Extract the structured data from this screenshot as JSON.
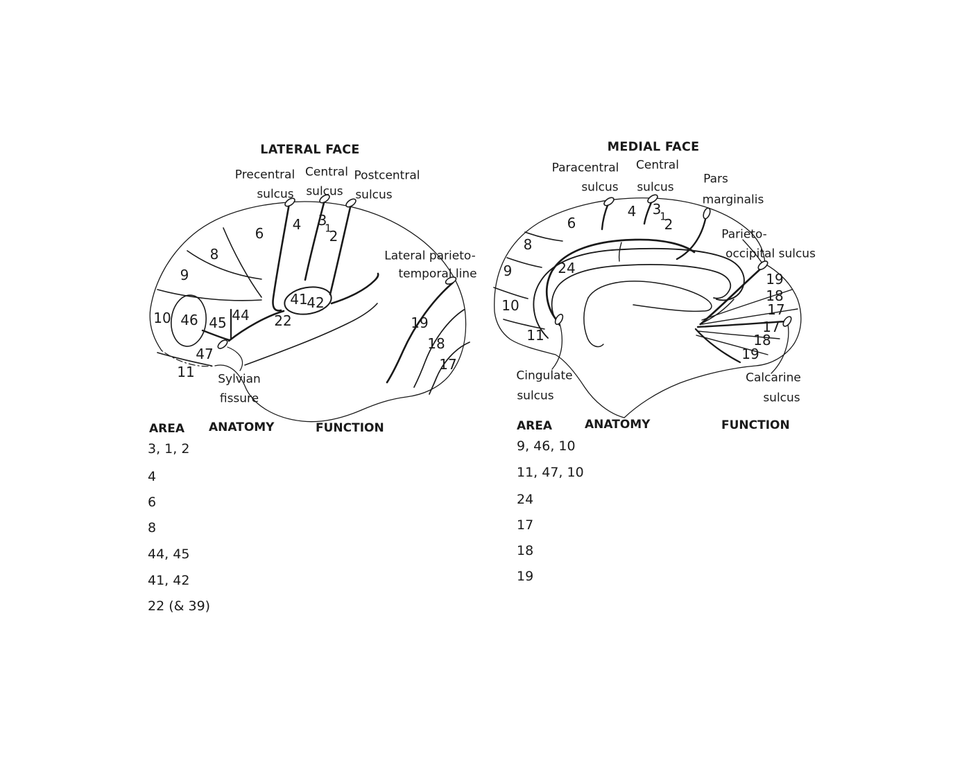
{
  "page": {
    "background": "#ffffff",
    "ink": "#1a1a1a"
  },
  "lateral_face": {
    "title": "LATERAL FACE",
    "sulcus_labels": {
      "precentral": {
        "line1": "Precentral",
        "line2": "sulcus"
      },
      "central": {
        "line1": "Central",
        "line2": "sulcus"
      },
      "postcentral": {
        "line1": "Postcentral",
        "line2": "sulcus"
      },
      "lateral_parieto_temporal": {
        "line1": "Lateral parieto-",
        "line2": "temporal line"
      },
      "sylvian_fissure": {
        "line1": "Sylvian",
        "line2": "fissure"
      }
    },
    "areas": [
      "6",
      "4",
      "3",
      "1",
      "2",
      "8",
      "9",
      "10",
      "46",
      "45",
      "44",
      "41",
      "42",
      "22",
      "47",
      "11",
      "19",
      "18",
      "17"
    ],
    "table": {
      "headers": [
        "AREA",
        "ANATOMY",
        "FUNCTION"
      ],
      "rows": [
        "3, 1, 2",
        "4",
        "6",
        "8",
        "44, 45",
        "41, 42",
        "22 (& 39)"
      ]
    }
  },
  "medial_face": {
    "title": "MEDIAL FACE",
    "sulcus_labels": {
      "paracentral": {
        "line1": "Paracentral",
        "line2": "sulcus"
      },
      "central": {
        "line1": "Central",
        "line2": "sulcus"
      },
      "pars_marginalis": {
        "line1": "Pars",
        "line2": "marginalis"
      },
      "parieto_occipital": {
        "line1": "Parieto-",
        "line2": "occipital sulcus"
      },
      "cingulate": {
        "line1": "Cingulate",
        "line2": "sulcus"
      },
      "calcarine": {
        "line1": "Calcarine",
        "line2": "sulcus"
      }
    },
    "areas": [
      "6",
      "4",
      "3",
      "1",
      "2",
      "8",
      "9",
      "10",
      "11",
      "24",
      "19",
      "18",
      "17",
      "17",
      "18",
      "19"
    ],
    "table": {
      "headers": [
        "AREA",
        "ANATOMY",
        "FUNCTION"
      ],
      "rows": [
        "9, 46, 10",
        "11, 47, 10",
        "24",
        "17",
        "18",
        "19"
      ]
    }
  }
}
